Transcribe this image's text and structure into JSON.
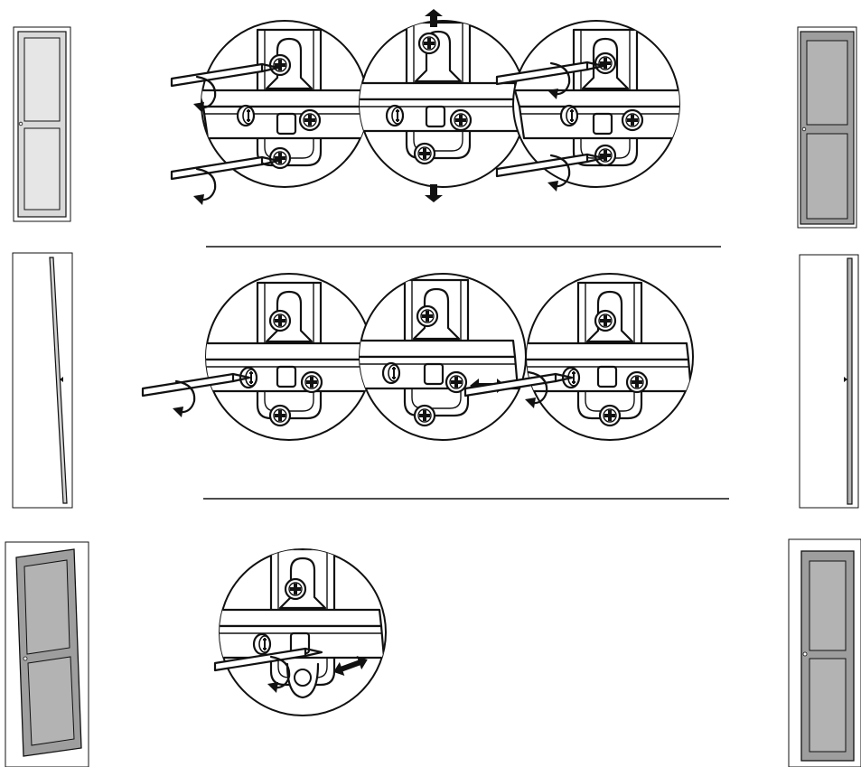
{
  "colors": {
    "ink": "#111111",
    "door_light": "#d9d9d9",
    "door_mid": "#b3b3b3",
    "door_panel": "#9e9e9e",
    "background": "#ffffff"
  },
  "icons": [
    "screwdriver-icon",
    "rotate-arrow-icon",
    "double-arrow-icon",
    "hinge-screw-icon"
  ],
  "sections": [
    {
      "name": "height-adjustment",
      "steps": 3,
      "door_before": "light",
      "door_after": "dark"
    },
    {
      "name": "side-adjustment",
      "steps": 3,
      "door_before": "side-view-tilted",
      "door_after": "side-view-straight"
    },
    {
      "name": "depth-adjustment",
      "steps": 1,
      "door_before": "tilted",
      "door_after": "straight"
    }
  ]
}
